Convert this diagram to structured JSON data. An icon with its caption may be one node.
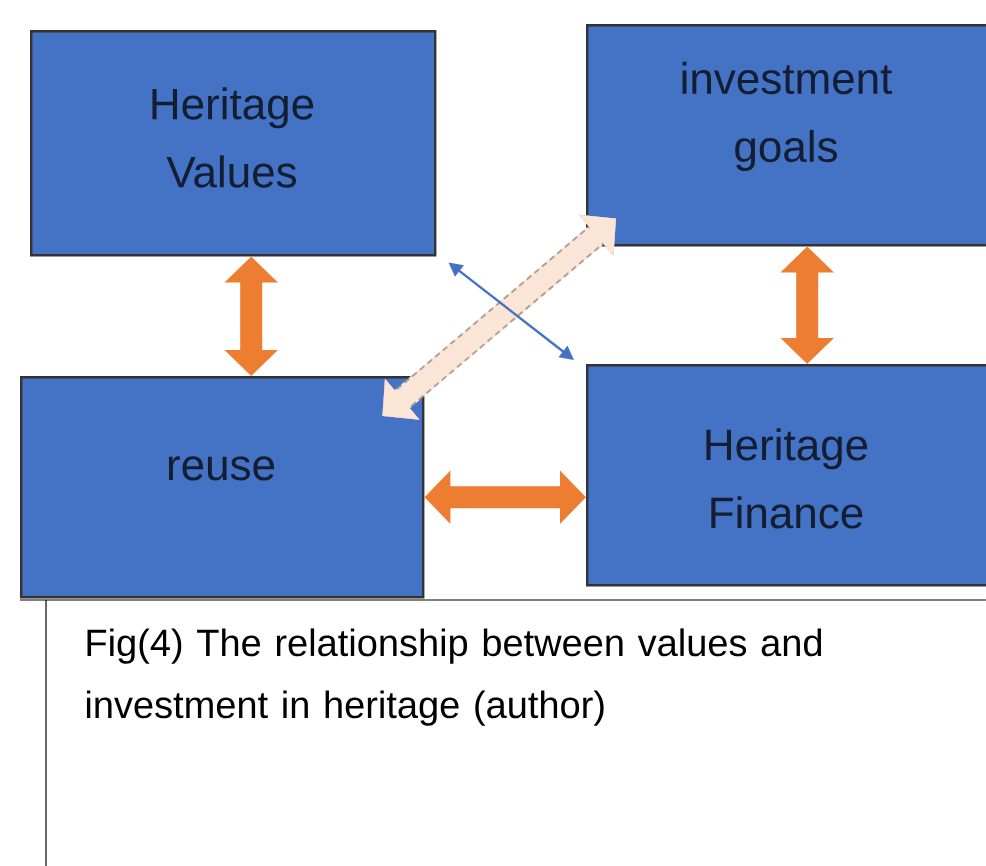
{
  "diagram": {
    "caption": "Fig(4) The relationship between values and investment in heritage (author)",
    "nodes": [
      {
        "text": [
          "Heritage Values"
        ]
      },
      {
        "text": [
          "investment goals"
        ]
      },
      {
        "text": [
          "reuse"
        ]
      },
      {
        "text": [
          "Heritage Finance"
        ]
      }
    ],
    "edges": [
      {
        "from": 0,
        "to": 2,
        "arrow": "both"
      },
      {
        "from": 1,
        "to": 3,
        "arrow": "both"
      },
      {
        "from": 2,
        "to": 3,
        "arrow": "both"
      },
      {
        "from": 2,
        "to": 1,
        "arrow": "both",
        "style": "dashed",
        "color": "#fbe5d6"
      },
      {
        "from": 0,
        "to": 3,
        "arrow": "both",
        "color": "#4472c4"
      }
    ]
  }
}
